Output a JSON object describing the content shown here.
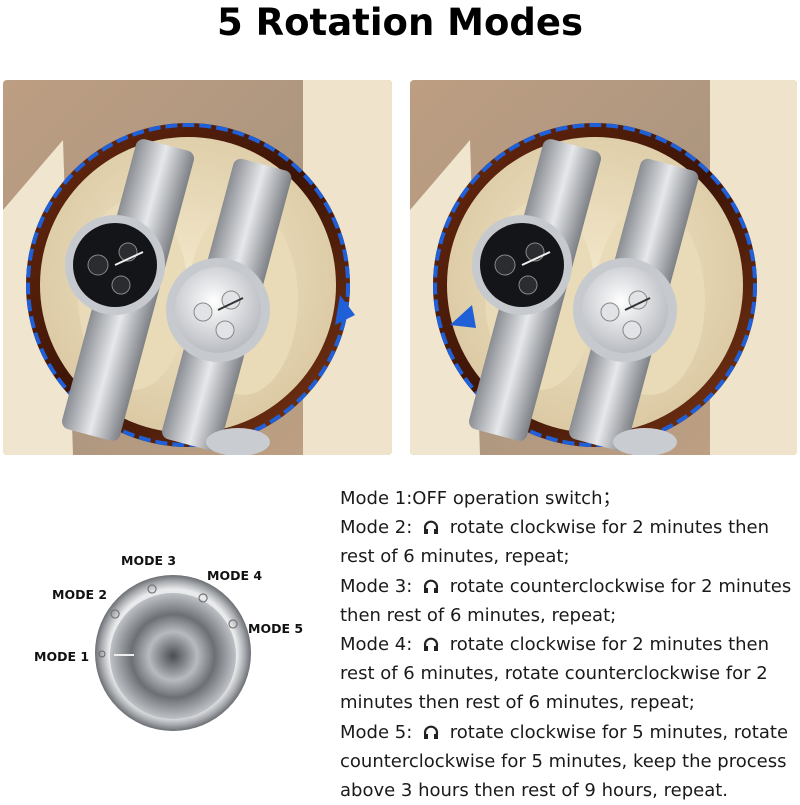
{
  "title": "5 Rotation Modes",
  "photos": {
    "left": {
      "direction": "clockwise",
      "arrow_color": "#1f5fd8"
    },
    "right": {
      "direction": "counterclockwise",
      "arrow_color": "#1f5fd8"
    }
  },
  "knob": {
    "labels": [
      "MODE 1",
      "MODE 2",
      "MODE 3",
      "MODE 4",
      "MODE 5"
    ]
  },
  "description": {
    "m1": "Mode 1:OFF operation switch；",
    "m2_a": "Mode 2:",
    "m2_b": "rotate clockwise for 2 minutes then",
    "m2_c": "rest of 6 minutes, repeat;",
    "m3_a": "Mode 3:",
    "m3_b": "rotate counterclockwise for 2 minutes",
    "m3_c": "then rest of 6 minutes, repeat;",
    "m4_a": "Mode 4:",
    "m4_b": "rotate clockwise for 2 minutes then",
    "m4_c": "rest of 6 minutes, rotate counterclockwise for 2",
    "m4_d": "minutes then rest of 6 minutes, repeat;",
    "m5_a": "Mode 5:",
    "m5_b": "rotate clockwise for 5 minutes, rotate",
    "m5_c": "counterclockwise for 5 minutes, keep the process",
    "m5_d": "above 3 hours then rest of 9 hours, repeat."
  }
}
